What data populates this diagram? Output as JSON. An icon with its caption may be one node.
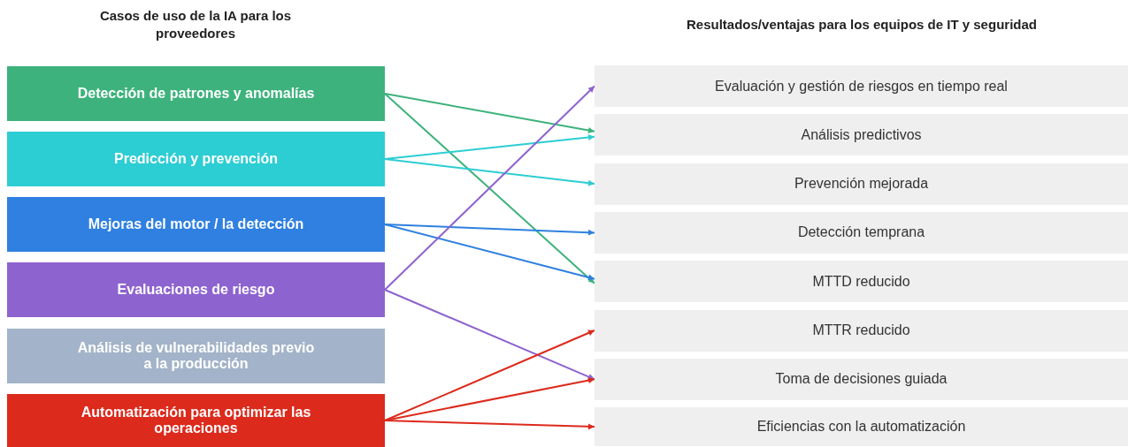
{
  "diagram": {
    "nodes": [
      {
        "text": [
          "Detección de patrones y anomalías"
        ]
      },
      {
        "text": [
          "Predicción y prevención"
        ]
      },
      {
        "text": [
          "Mejoras del motor / la detección"
        ]
      },
      {
        "text": [
          "Evaluaciones de riesgo"
        ]
      },
      {
        "text": [
          "Análisis de vulnerabilidades previo a la producción"
        ]
      },
      {
        "text": [
          "Automatización para optimizar las operaciones"
        ]
      },
      {
        "text": [
          "Evaluación y gestión de riesgos en tiempo real"
        ]
      },
      {
        "text": [
          "Análisis predictivos"
        ]
      },
      {
        "text": [
          "Prevención mejorada"
        ]
      },
      {
        "text": [
          "Detección temprana"
        ]
      },
      {
        "text": [
          "MTTD reducido"
        ]
      },
      {
        "text": [
          "MTTR reducido"
        ]
      },
      {
        "text": [
          "Toma de decisiones guiada"
        ]
      },
      {
        "text": [
          "Eficiencias con la automatización"
        ]
      }
    ],
    "edges": [
      {
        "from": 0,
        "to": 7,
        "arrow": "to",
        "color": "#3db27c"
      },
      {
        "from": 0,
        "to": 10,
        "arrow": "to",
        "color": "#3db27c"
      },
      {
        "from": 1,
        "to": 7,
        "arrow": "to",
        "color": "#2ccdd3"
      },
      {
        "from": 1,
        "to": 8,
        "arrow": "to",
        "color": "#2ccdd3"
      },
      {
        "from": 2,
        "to": 9,
        "arrow": "to",
        "color": "#2f80e0"
      },
      {
        "from": 2,
        "to": 10,
        "arrow": "to",
        "color": "#2f80e0"
      },
      {
        "from": 3,
        "to": 6,
        "arrow": "to",
        "color": "#8d63cf"
      },
      {
        "from": 3,
        "to": 12,
        "arrow": "to",
        "color": "#8d63cf"
      },
      {
        "from": 5,
        "to": 11,
        "arrow": "to",
        "color": "#dc2a1c"
      },
      {
        "from": 5,
        "to": 12,
        "arrow": "to",
        "color": "#dc2a1c"
      },
      {
        "from": 5,
        "to": 13,
        "arrow": "to",
        "color": "#dc2a1c"
      }
    ],
    "labels": [
      "Casos de uso de la IA para los proveedores",
      "Resultados/ventajas para los equipos de IT y seguridad"
    ]
  }
}
